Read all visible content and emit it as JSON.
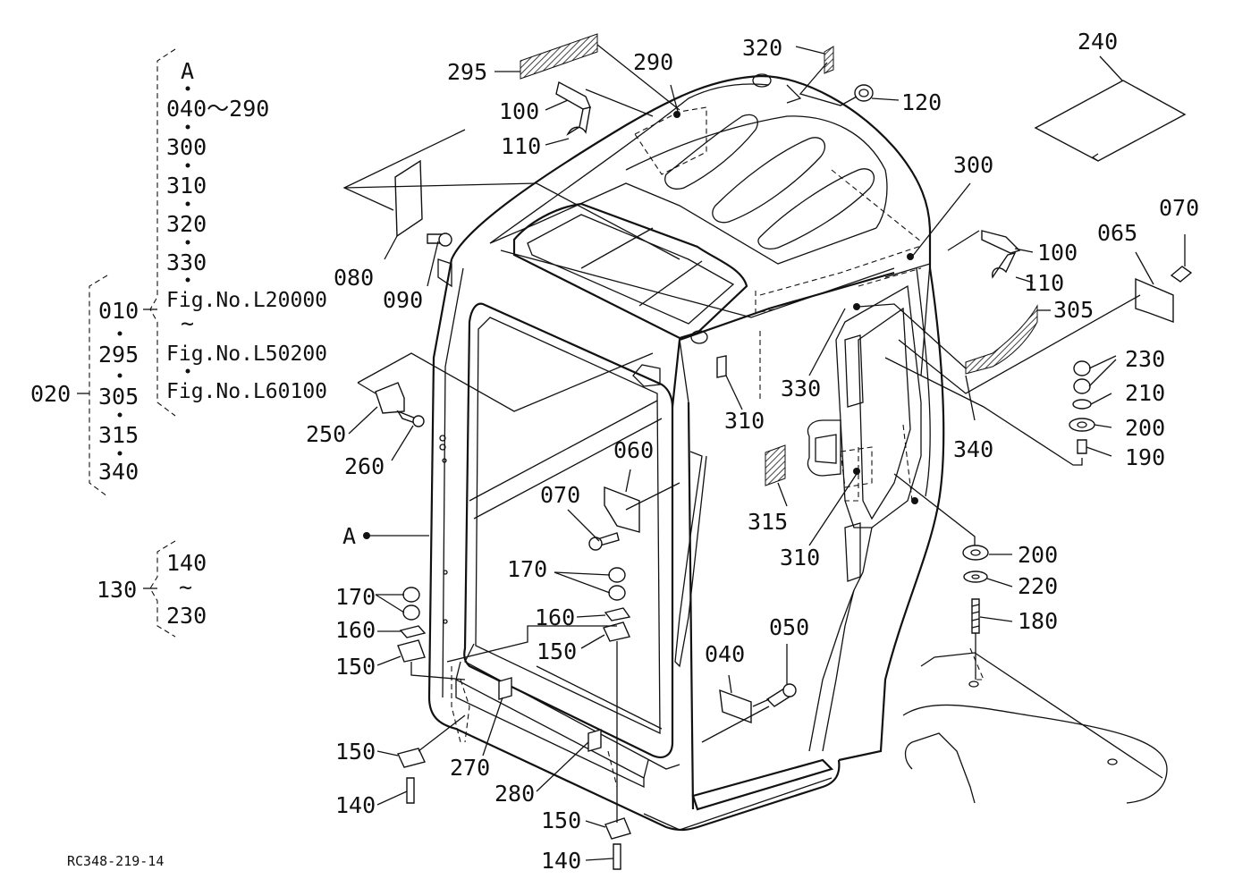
{
  "drawing_code": "RC348-219-14",
  "bracket_A": {
    "head": "A",
    "items": [
      "040～290",
      "300",
      "310",
      "320",
      "330",
      "Fig.No.L20000",
      "~",
      "Fig.No.L50200",
      "Fig.No.L60100"
    ]
  },
  "bracket_020": {
    "head": "020",
    "items": [
      "010",
      "295",
      "305",
      "315",
      "340"
    ]
  },
  "bracket_130": {
    "head": "130",
    "items": [
      "140",
      "~",
      "230"
    ]
  },
  "callouts": {
    "a": "A",
    "p295": "295",
    "p290": "290",
    "p320": "320",
    "p240": "240",
    "p100a": "100",
    "p110a": "110",
    "p120": "120",
    "p300": "300",
    "p100b": "100",
    "p110b": "110",
    "p070a": "070",
    "p065": "065",
    "p305": "305",
    "p080": "080",
    "p090": "090",
    "p330": "330",
    "p310a": "310",
    "p340": "340",
    "p230": "230",
    "p210": "210",
    "p200a": "200",
    "p190": "190",
    "p250": "250",
    "p260": "260",
    "p060": "060",
    "p070b": "070",
    "p315": "315",
    "p310b": "310",
    "p200b": "200",
    "p220": "220",
    "p180": "180",
    "p170a": "170",
    "p160a": "160",
    "p150a": "150",
    "p170b": "170",
    "p160b": "160",
    "p150b": "150",
    "p050": "050",
    "p040": "040",
    "p150c": "150",
    "p140a": "140",
    "p270": "270",
    "p280": "280",
    "p150d": "150",
    "p140b": "140"
  }
}
